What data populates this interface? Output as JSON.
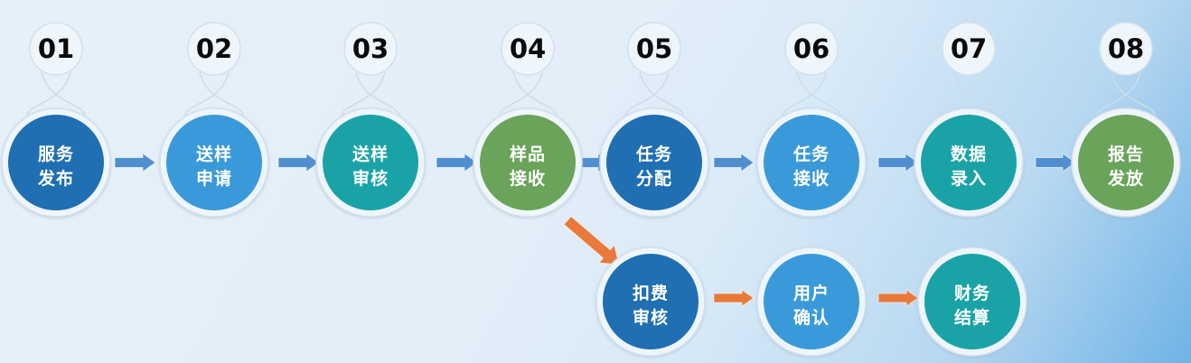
{
  "colors": {
    "dark_blue": "#1f6fb2",
    "light_blue": "#3a9ad9",
    "teal": "#1aa3a6",
    "green": "#6aa35a",
    "blue_arrow": "#4f8fd0",
    "orange_arrow": "#e8793a"
  },
  "steps": [
    {
      "number": "01",
      "line1": "服务",
      "line2": "发布",
      "color": "dark_blue"
    },
    {
      "number": "02",
      "line1": "送样",
      "line2": "申请",
      "color": "light_blue"
    },
    {
      "number": "03",
      "line1": "送样",
      "line2": "审核",
      "color": "teal"
    },
    {
      "number": "04",
      "line1": "样品",
      "line2": "接收",
      "color": "green"
    },
    {
      "number": "05",
      "line1": "任务",
      "line2": "分配",
      "color": "dark_blue"
    },
    {
      "number": "06",
      "line1": "任务",
      "line2": "接收",
      "color": "light_blue"
    },
    {
      "number": "07",
      "line1": "数据",
      "line2": "录入",
      "color": "teal"
    },
    {
      "number": "08",
      "line1": "报告",
      "line2": "发放",
      "color": "green"
    }
  ],
  "branch": [
    {
      "line1": "扣费",
      "line2": "审核",
      "color": "dark_blue"
    },
    {
      "line1": "用户",
      "line2": "确认",
      "color": "light_blue"
    },
    {
      "line1": "财务",
      "line2": "结算",
      "color": "teal"
    }
  ]
}
